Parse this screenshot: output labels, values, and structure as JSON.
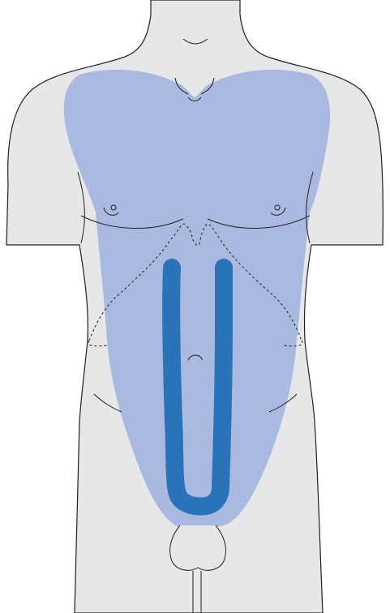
{
  "figure": {
    "colors": {
      "background": "#ffffff",
      "skin": "#e6e7e8",
      "outline": "#231f20",
      "shaded_region": "#a9b9df",
      "incision": "#2a73b8"
    },
    "elements": [
      "torso-outline",
      "shaded-region",
      "u-shaped-incision",
      "dashed-landmark-lines",
      "nipples",
      "umbilicus",
      "genitalia"
    ]
  }
}
